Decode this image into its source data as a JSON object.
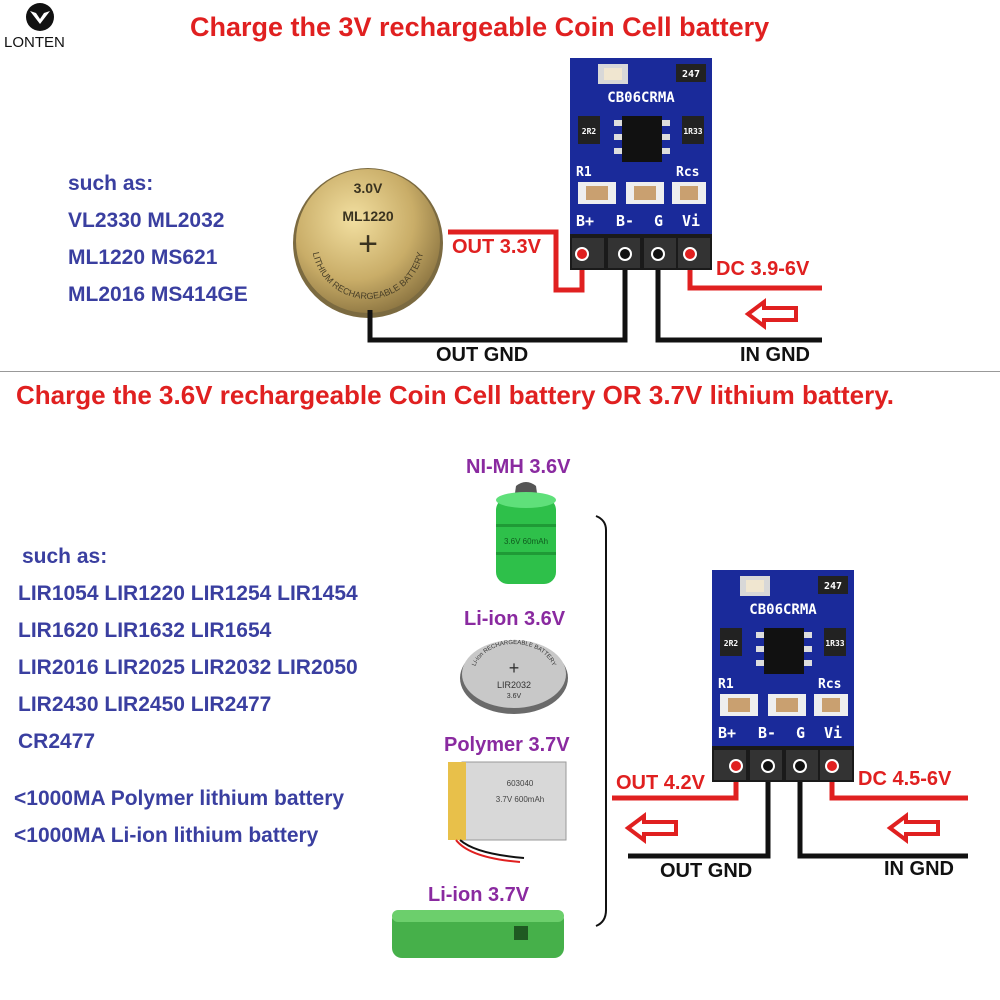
{
  "brand": {
    "name": "LONTEN"
  },
  "top": {
    "title": "Charge the 3V rechargeable Coin Cell battery",
    "such_as": "such as:",
    "models": [
      "VL2330 ML2032",
      "ML1220 MS621",
      "ML2016 MS414GE"
    ],
    "battery": {
      "voltage": "3.0V",
      "model": "ML1220",
      "ring_text": "LITHIUM RECHARGEABLE BATTERY"
    },
    "out_label": "OUT 3.3V",
    "dc_label": "DC 3.9-6V",
    "out_gnd": "OUT GND",
    "in_gnd": "IN GND"
  },
  "bottom": {
    "title": "Charge the 3.6V rechargeable Coin Cell battery OR 3.7V lithium battery.",
    "such_as": "such as:",
    "models": [
      "LIR1054 LIR1220 LIR1254 LIR1454",
      "LIR1620 LIR1632 LIR1654",
      "LIR2016 LIR2025 LIR2032 LIR2050",
      "LIR2430 LIR2450 LIR2477",
      "CR2477"
    ],
    "notes": [
      "<1000MA Polymer lithium battery",
      "<1000MA Li-ion lithium battery"
    ],
    "batteries": [
      {
        "label": "NI-MH 3.6V",
        "print": "3.6V 60mAh"
      },
      {
        "label": "Li-ion 3.6V",
        "model": "LIR2032",
        "voltage": "3.6V",
        "ring_text": "Li-ion RECHARGEABLE BATTERY"
      },
      {
        "label": "Polymer  3.7V",
        "model": "603040",
        "print": "3.7V 600mAh"
      },
      {
        "label": "Li-ion 3.7V"
      }
    ],
    "out_label": "OUT 4.2V",
    "dc_label": "DC 4.5-6V",
    "out_gnd": "OUT GND",
    "in_gnd": "IN GND"
  },
  "board": {
    "name": "CB06CRMA",
    "r_top": "247",
    "r_left": "2R2",
    "r_right": "1R33",
    "label_r1": "R1",
    "label_rcs": "Rcs",
    "pins": [
      "B+",
      "B-",
      "G",
      "Vi"
    ]
  },
  "colors": {
    "title_red": "#e02020",
    "list_blue": "#3a3fa0",
    "label_purple": "#8a2aa0",
    "board_blue": "#1a2a9a",
    "wire_red": "#e02020",
    "wire_black": "#111111"
  }
}
